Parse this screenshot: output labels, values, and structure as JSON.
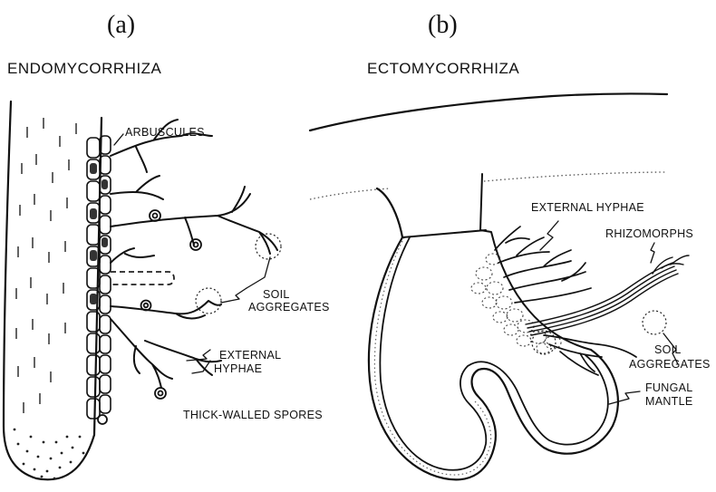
{
  "panel_a": {
    "letter": "(a)",
    "title": "ENDOMYCORRHIZA",
    "labels": {
      "arbuscules": "ARBUSCULES",
      "soil_aggregates_1": "SOIL",
      "soil_aggregates_2": "AGGREGATES",
      "external_hyphae_1": "EXTERNAL",
      "external_hyphae_2": "HYPHAE",
      "spores": "THICK-WALLED SPORES"
    }
  },
  "panel_b": {
    "letter": "(b)",
    "title": "ECTOMYCORRHIZA",
    "labels": {
      "external_hyphae": "EXTERNAL HYPHAE",
      "rhizomorphs": "RHIZOMORPHS",
      "soil_aggregates_1": "SOIL",
      "soil_aggregates_2": "AGGREGATES",
      "fungal_mantle_1": "FUNGAL",
      "fungal_mantle_2": "MANTLE"
    }
  }
}
